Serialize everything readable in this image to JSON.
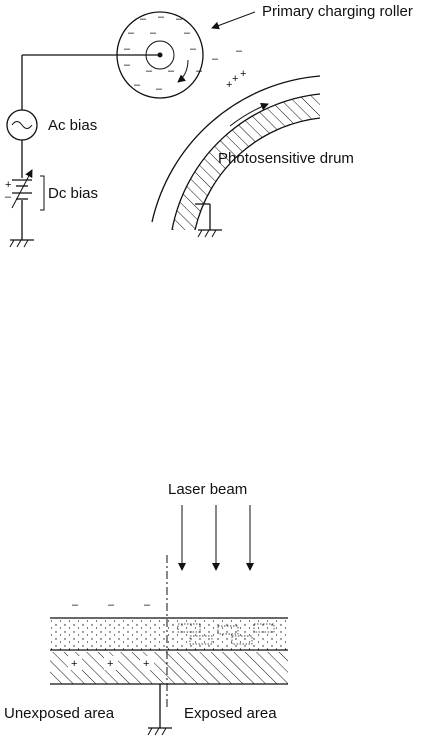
{
  "top_diagram": {
    "labels": {
      "roller": "Primary charging roller",
      "ac_bias": "Ac  bias",
      "dc_bias": "Dc  bias",
      "drum": "Photosensitive drum"
    },
    "roller_sign": "–",
    "drum_sign": "+",
    "dc_sign_plus": "+",
    "dc_sign_minus": "–"
  },
  "bottom_diagram": {
    "labels": {
      "laser": "Laser beam",
      "unexposed": "Unexposed area",
      "exposed": "Exposed area"
    },
    "surface_sign": "–",
    "substrate_sign": "+"
  }
}
